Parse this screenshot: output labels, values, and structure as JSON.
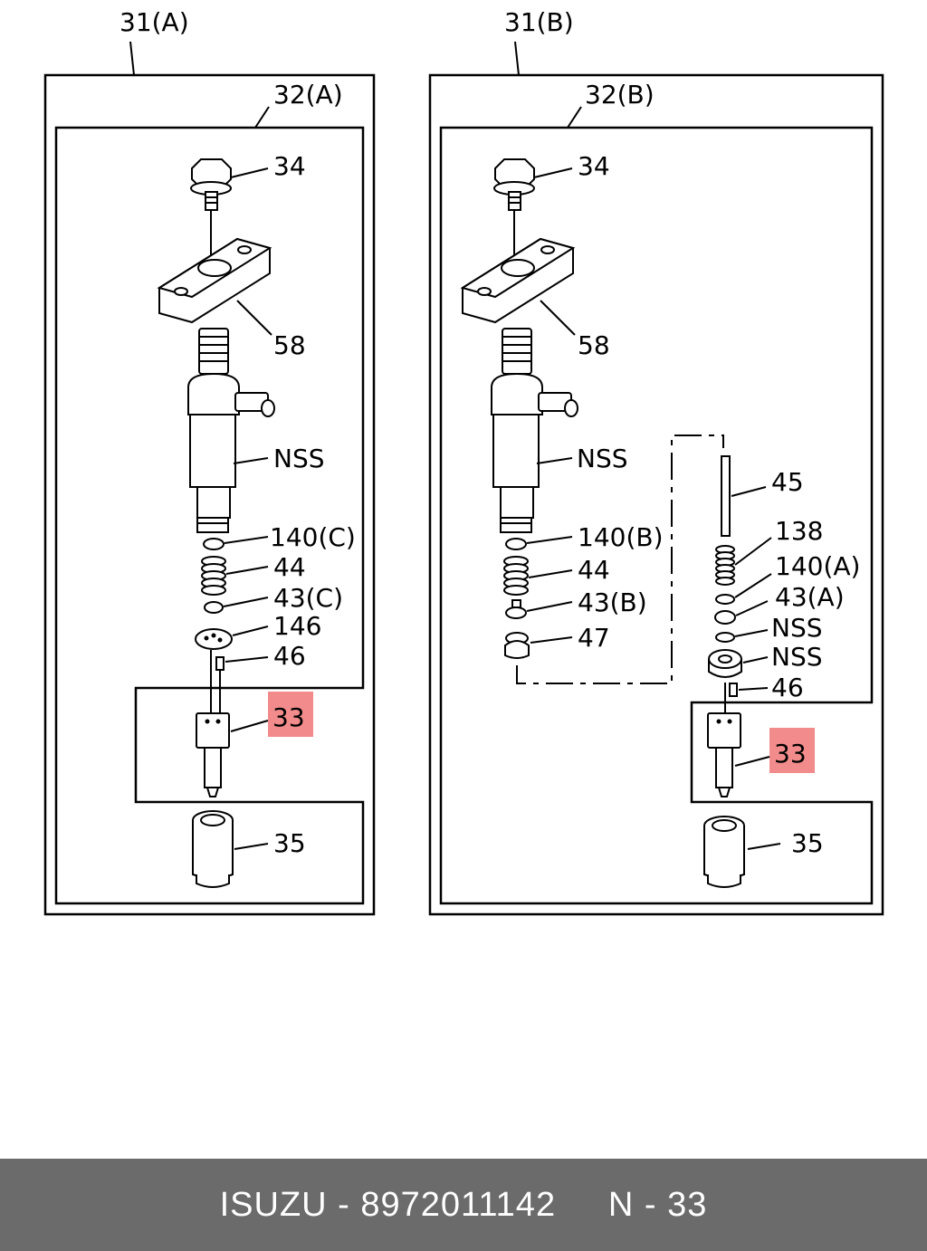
{
  "highlight_color": "#f28b8b",
  "footer_color": "#6b6b6b",
  "left_assembly": {
    "outer_label": "31(A)",
    "inner_label": "32(A)",
    "callouts": {
      "bolt": "34",
      "clamp": "58",
      "body": "NSS",
      "washer": "140(C)",
      "spring": "44",
      "seat": "43(C)",
      "spacer": "146",
      "pin": "46",
      "nozzle": "33",
      "nut": "35"
    }
  },
  "right_assembly": {
    "outer_label": "31(B)",
    "inner_label": "32(B)",
    "callouts": {
      "bolt": "34",
      "clamp": "58",
      "body": "NSS",
      "washer": "140(B)",
      "spring": "44",
      "seat": "43(B)",
      "cap": "47",
      "rod": "45",
      "spring2": "138",
      "washer2": "140(A)",
      "seat2": "43(A)",
      "shim": "NSS",
      "spacer": "NSS",
      "pin": "46",
      "nozzle": "33",
      "nut": "35"
    }
  },
  "footer": {
    "brand": "ISUZU",
    "separator": "-",
    "part_number": "8972011142",
    "ref_prefix": "N",
    "ref_separator": "-",
    "ref_number": "33"
  }
}
